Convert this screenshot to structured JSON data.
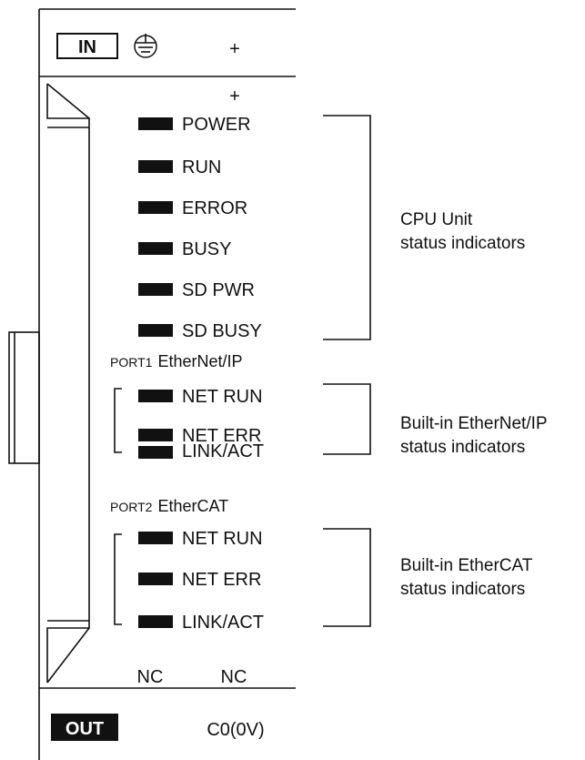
{
  "top": {
    "in_label": "IN",
    "plus_1": "+",
    "plus_2": "+"
  },
  "cpu_indicators": [
    "POWER",
    "RUN",
    "ERROR",
    "BUSY",
    "SD PWR",
    "SD BUSY"
  ],
  "port1": {
    "prefix": "PORT1",
    "name": "EtherNet/IP",
    "indicators": [
      "NET RUN",
      "NET ERR",
      "LINK/ACT"
    ]
  },
  "port2": {
    "prefix": "PORT2",
    "name": "EtherCAT",
    "indicators": [
      "NET RUN",
      "NET ERR",
      "LINK/ACT"
    ]
  },
  "descriptions": {
    "cpu": [
      "CPU Unit",
      "status indicators"
    ],
    "ethernetip": [
      "Built-in EtherNet/IP",
      "status indicators"
    ],
    "ethercat": [
      "Built-in EtherCAT",
      "status indicators"
    ]
  },
  "bottom": {
    "nc_1": "NC",
    "nc_2": "NC",
    "out_label": "OUT",
    "c0": "C0(0V)"
  },
  "colors": {
    "ink": "#111111",
    "background": "#ffffff",
    "badge_text": "#ffffff"
  },
  "icons": {
    "ground": "ground-symbol-icon"
  }
}
